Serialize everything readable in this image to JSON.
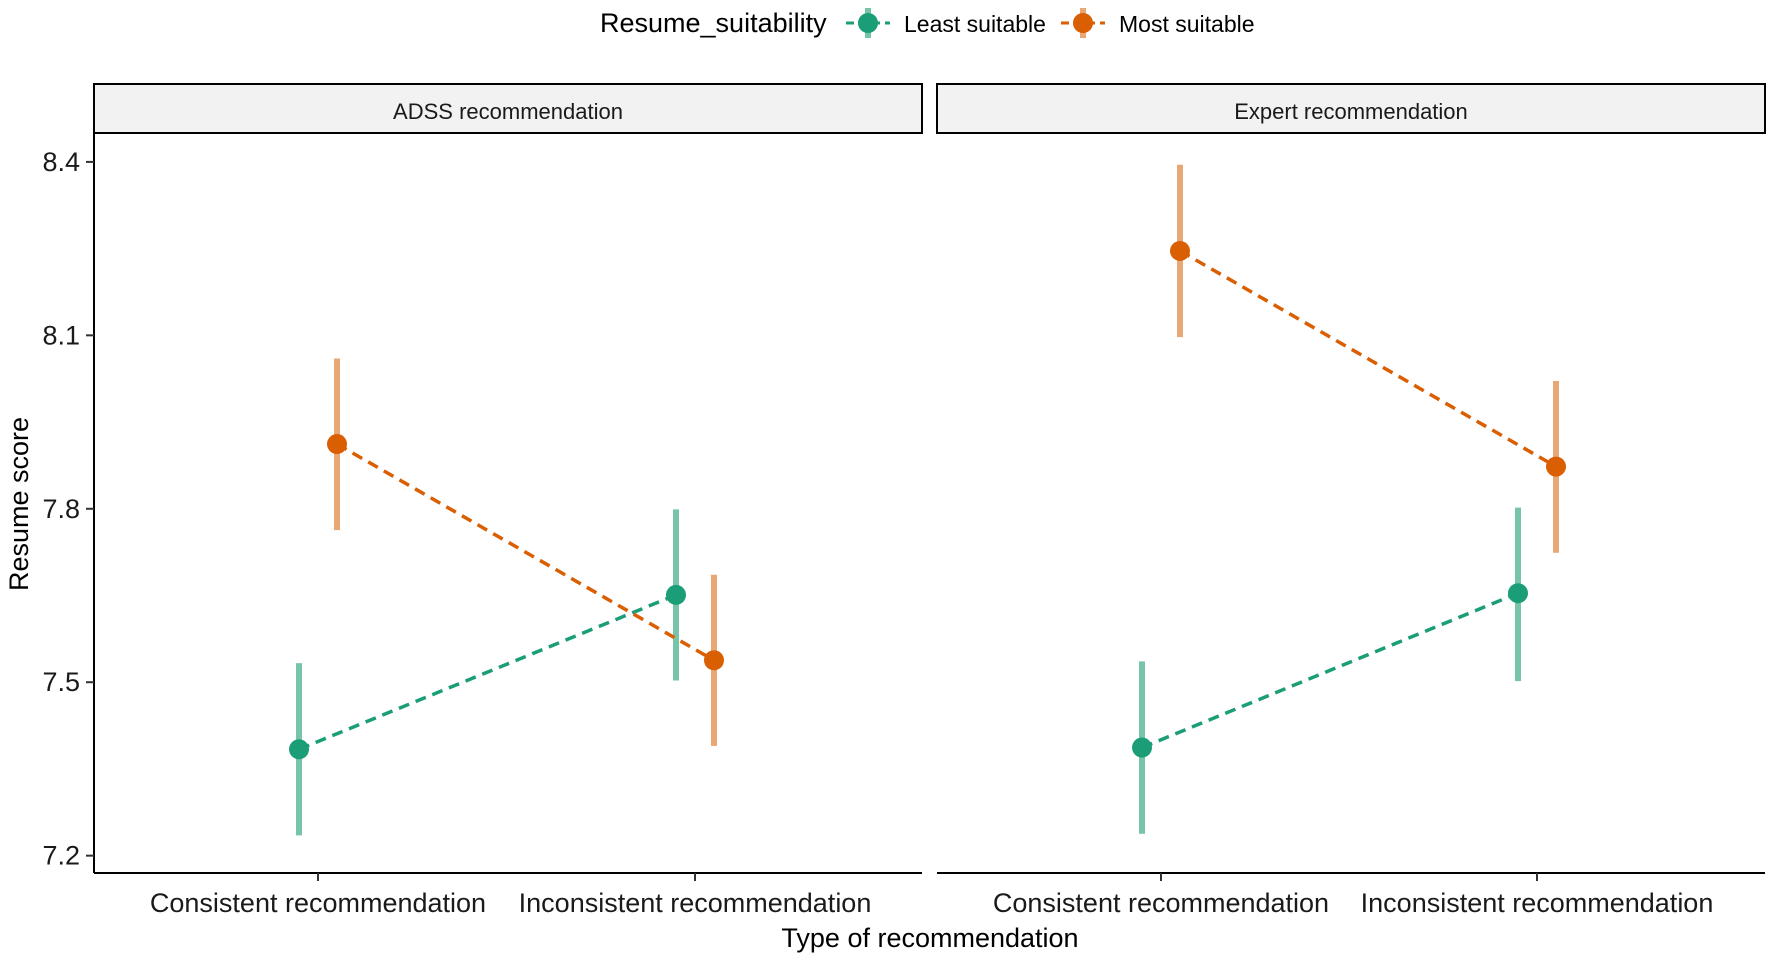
{
  "chart_data": {
    "type": "line",
    "legend": {
      "title": "Resume_suitability",
      "placement": "top",
      "entries": [
        "Least suitable",
        "Most suitable"
      ]
    },
    "colors": {
      "Least suitable": "#1b9e77",
      "Most suitable": "#d95f02",
      "Least suitable_bar": "#77c4a8",
      "Most suitable_bar": "#e8a876",
      "strip_fill": "#f2f2f2",
      "axis": "#000000"
    },
    "xlabel": "Type of recommendation",
    "ylabel": "Resume score",
    "categories": [
      "Consistent recommendation",
      "Inconsistent recommendation"
    ],
    "ylim": [
      7.17,
      8.45
    ],
    "yticks": [
      7.2,
      7.5,
      7.8,
      8.1,
      8.4
    ],
    "ytick_labels": [
      "7.2",
      "7.5",
      "7.8",
      "8.1",
      "8.4"
    ],
    "grid": false,
    "panels": [
      {
        "title": "ADSS recommendation",
        "series": [
          {
            "name": "Least suitable",
            "values": [
              7.384,
              7.651
            ],
            "lower": [
              7.235,
              7.503
            ],
            "upper": [
              7.533,
              7.799
            ]
          },
          {
            "name": "Most suitable",
            "values": [
              7.912,
              7.538
            ],
            "lower": [
              7.763,
              7.39
            ],
            "upper": [
              8.06,
              7.686
            ]
          }
        ]
      },
      {
        "title": "Expert recommendation",
        "series": [
          {
            "name": "Least suitable",
            "values": [
              7.387,
              7.654
            ],
            "lower": [
              7.238,
              7.502
            ],
            "upper": [
              7.536,
              7.802
            ]
          },
          {
            "name": "Most suitable",
            "values": [
              8.246,
              7.873
            ],
            "lower": [
              8.097,
              7.724
            ],
            "upper": [
              8.395,
              8.021
            ]
          }
        ]
      }
    ]
  }
}
